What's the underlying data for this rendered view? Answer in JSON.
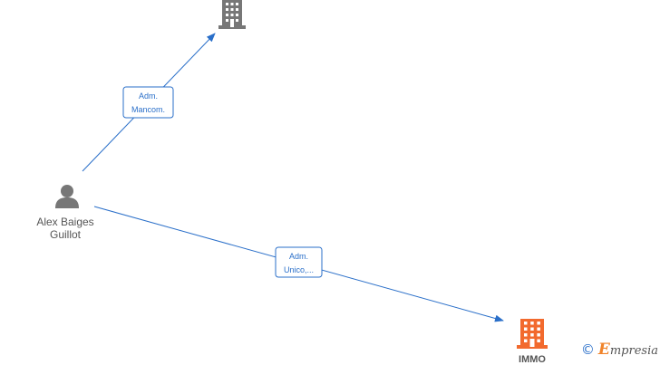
{
  "nodes": {
    "person": {
      "label_line1": "Alex Baiges",
      "label_line2": "Guillot"
    },
    "company_bottom": {
      "label": "IMMO"
    }
  },
  "edges": {
    "top": {
      "label_line1": "Adm.",
      "label_line2": "Mancom."
    },
    "bottom": {
      "label_line1": "Adm.",
      "label_line2": "Unico,..."
    }
  },
  "colors": {
    "edge": "#2a6fc9",
    "person_icon": "#777777",
    "company_top": "#777777",
    "company_bottom": "#f26a2e"
  },
  "watermark": {
    "symbol": "©",
    "brand_initial": "E",
    "brand_rest": "mpresia"
  }
}
